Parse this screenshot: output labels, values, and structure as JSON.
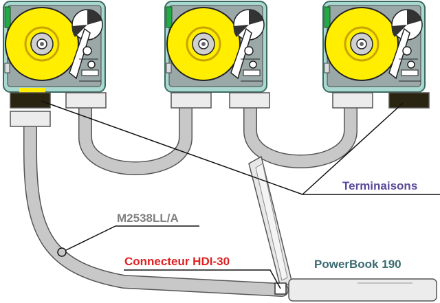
{
  "labels": {
    "terminators": "Terminaisons",
    "cable_model": "M2538LL/A",
    "connector": "Connecteur HDI-30",
    "laptop": "PowerBook 190"
  },
  "colors": {
    "drive_case": "#a8d8d0",
    "platter": "#ffee00",
    "cable": "#c0c0c0",
    "terminator": "#2a2510",
    "label_terminators": "#5a4a99",
    "label_cable": "#808080",
    "label_connector": "#e02020",
    "label_laptop": "#3a6a70"
  },
  "drives": [
    {
      "name": "drive-1",
      "terminated": true
    },
    {
      "name": "drive-2",
      "terminated": false
    },
    {
      "name": "drive-3",
      "terminated": true
    }
  ]
}
